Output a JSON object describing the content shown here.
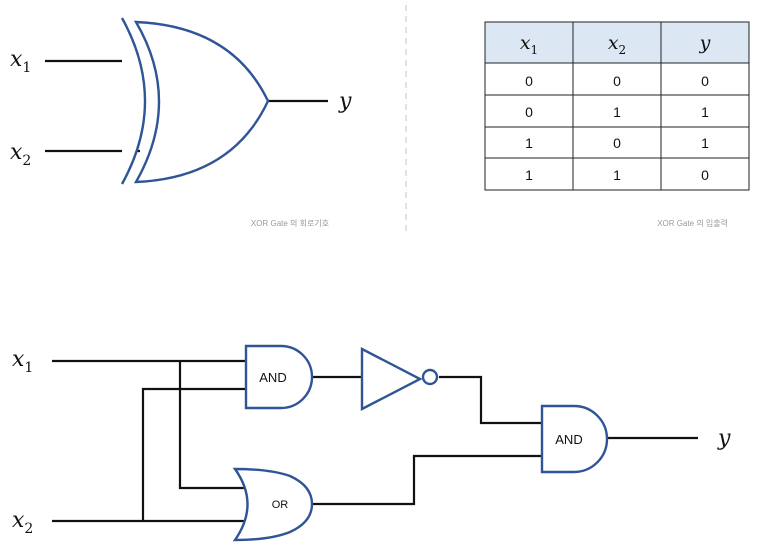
{
  "xor_symbol": {
    "input_1": {
      "var": "x",
      "sub": "1"
    },
    "input_2": {
      "var": "x",
      "sub": "2"
    },
    "output": "y",
    "caption": "XOR Gate 의 회로기호"
  },
  "truth_table": {
    "headers": [
      {
        "var": "x",
        "sub": "1"
      },
      {
        "var": "x",
        "sub": "2"
      },
      {
        "var": "y",
        "sub": ""
      }
    ],
    "rows": [
      [
        "0",
        "0",
        "0"
      ],
      [
        "0",
        "1",
        "1"
      ],
      [
        "1",
        "0",
        "1"
      ],
      [
        "1",
        "1",
        "0"
      ]
    ],
    "header_color": "#dbe8f4",
    "caption": "XOR Gate 의 입출력"
  },
  "circuit": {
    "input_1": {
      "var": "x",
      "sub": "1"
    },
    "input_2": {
      "var": "x",
      "sub": "2"
    },
    "output": "y",
    "gate_and_1": "AND",
    "gate_or": "OR",
    "gate_not": "NOT",
    "gate_and_2": "AND",
    "gate_color": "#2f5597"
  }
}
